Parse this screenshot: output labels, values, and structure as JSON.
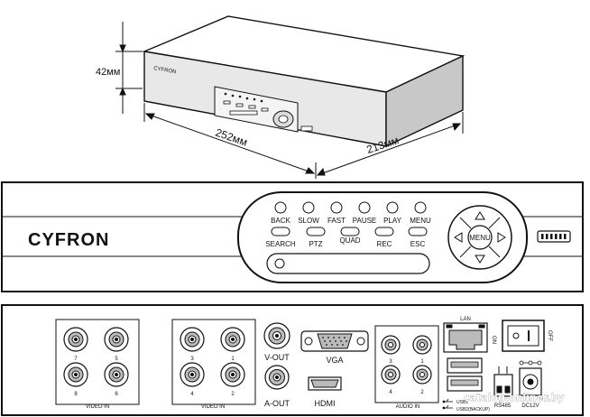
{
  "dimensions": {
    "height": "42мм",
    "width": "252мм",
    "depth": "213мм"
  },
  "isometric_brand": "CYFRON",
  "front": {
    "brand": "CYFRON",
    "buttons_top": [
      "BACK",
      "SLOW",
      "FAST",
      "PAUSE",
      "PLAY",
      "MENU"
    ],
    "buttons_bottom": [
      "SEARCH",
      "PTZ",
      "QUAD",
      "REC",
      "ESC"
    ],
    "dpad_center": "MENU"
  },
  "rear": {
    "video_in_a": {
      "label": "VIDEO IN",
      "ports": [
        "7",
        "5",
        "8",
        "6"
      ]
    },
    "video_in_b": {
      "label": "VIDEO IN",
      "ports": [
        "3",
        "1",
        "4",
        "2"
      ]
    },
    "v_out": "V-OUT",
    "a_out": "A-OUT",
    "vga": "VGA",
    "hdmi": "HDMI",
    "audio_in": {
      "label": "AUDIO IN",
      "ports": [
        "3",
        "1",
        "4",
        "2"
      ]
    },
    "lan": "LAN",
    "usb1": "USB1",
    "usb2": "USB2(BACKUP)",
    "rs485": "RS485",
    "dc": "DC12V",
    "switch_on": "ON",
    "switch_off": "OFF"
  },
  "watermark": "catalog.onliner.by"
}
